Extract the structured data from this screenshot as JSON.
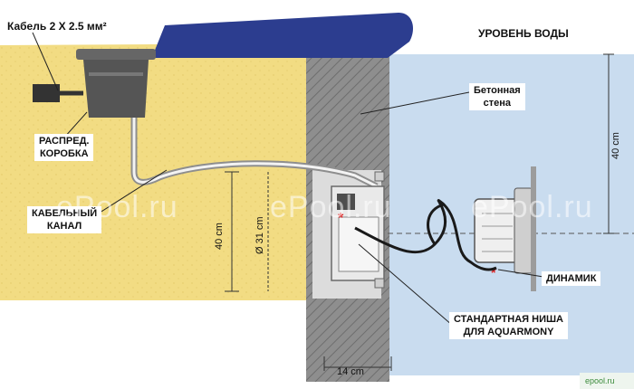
{
  "labels": {
    "cable": "Кабель  2 X 2.5 мм²",
    "water_level": "УРОВЕНЬ ВОДЫ",
    "concrete_wall_line1": "Бетонная",
    "concrete_wall_line2": "стена",
    "junction_box_line1": "РАСПРЕД.",
    "junction_box_line2": "КОРОБКА",
    "cable_channel_line1": "КАБЕЛЬНЫЙ",
    "cable_channel_line2": "КАНАЛ",
    "speaker": "ДИНАМИК",
    "niche_line1": "СТАНДАРТНАЯ НИША",
    "niche_line2": "ДЛЯ AQUARMONY"
  },
  "dimensions": {
    "depth_40_left": "40 cm",
    "diameter_31": "Ø 31 cm",
    "width_14": "14 cm",
    "depth_40_right": "40 cm"
  },
  "watermarks": [
    "ePool.ru",
    "ePool.ru",
    "ePool.ru"
  ],
  "corner_mark": "epool.ru",
  "colors": {
    "ground": "#f2dc83",
    "water": "#c9dcef",
    "concrete": "#9a9a9a",
    "coping": "#2c3d8f",
    "cable": "#1a1a1a"
  }
}
